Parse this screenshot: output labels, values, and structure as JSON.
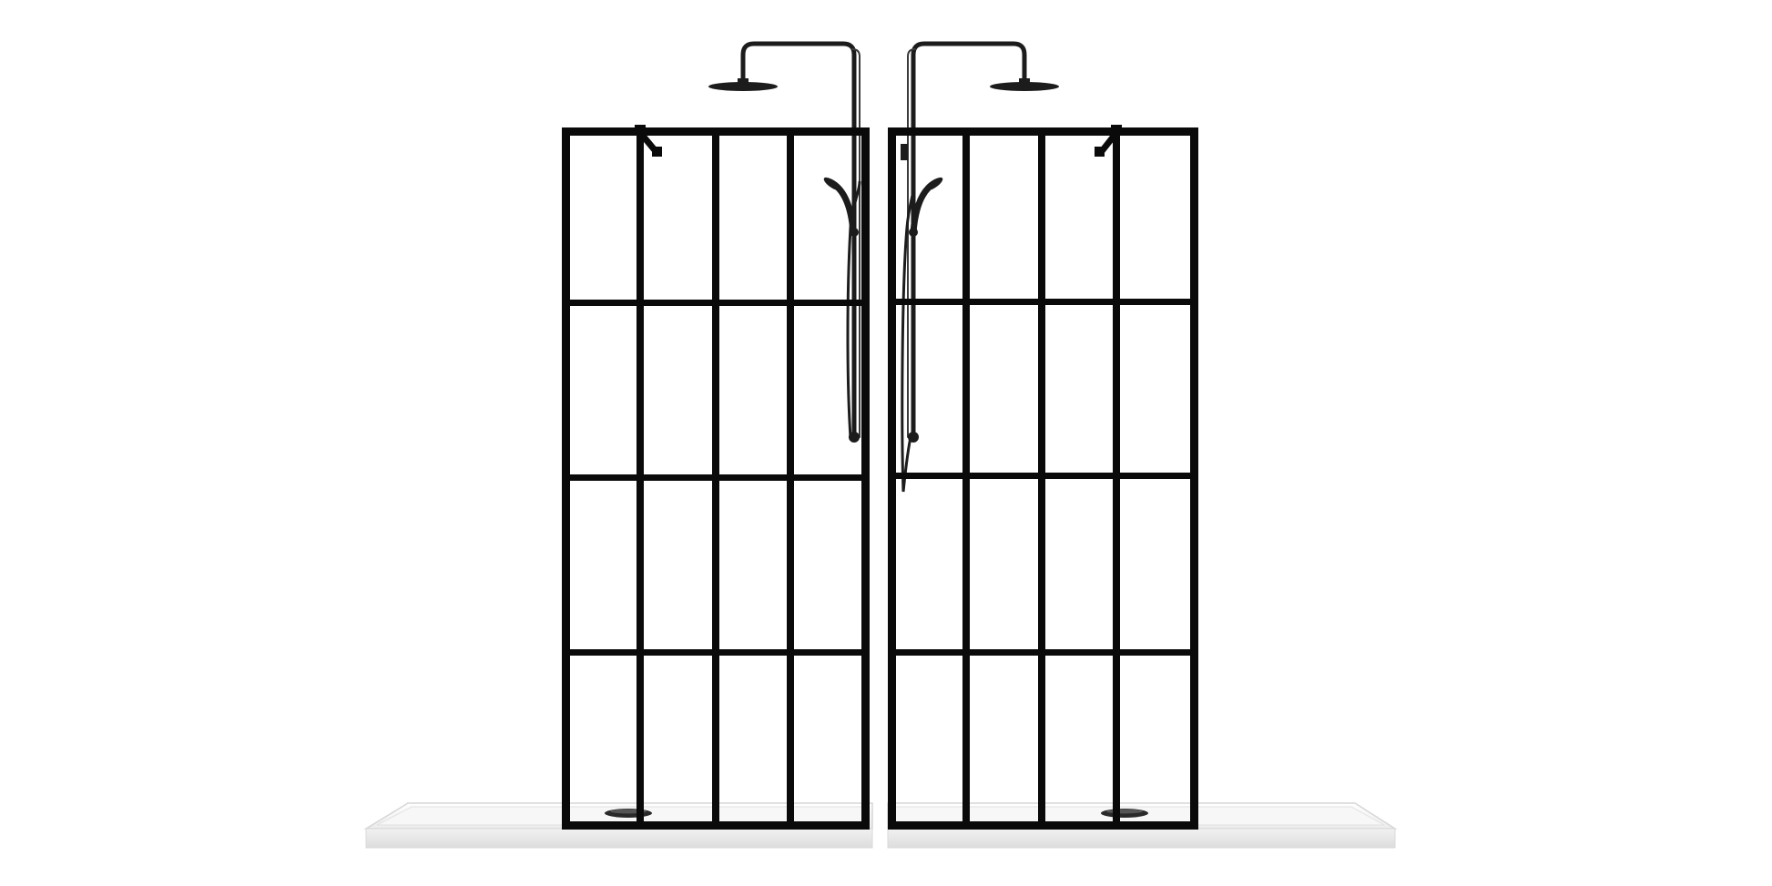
{
  "scene": {
    "background": "#ffffff",
    "frame_color": "#0a0a0a",
    "fixture_color": "#1c1c1c",
    "tray_color": "#f4f4f4",
    "tray_edge_color": "#d9d9d9",
    "screens": [
      {
        "name": "left-shower-screen",
        "frame_columns": 4,
        "frame_rows": 4,
        "fixture_side": "right"
      },
      {
        "name": "right-shower-screen",
        "frame_columns": 4,
        "frame_rows": 4,
        "fixture_side": "left"
      }
    ]
  }
}
